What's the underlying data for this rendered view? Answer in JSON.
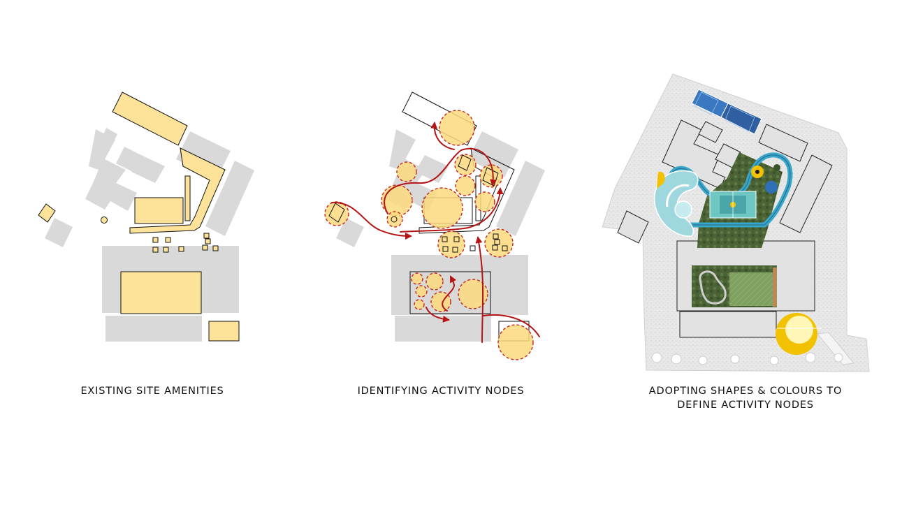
{
  "panels": [
    {
      "caption": "EXISTING SITE AMENITIES"
    },
    {
      "caption": "IDENTIFYING ACTIVITY NODES"
    },
    {
      "caption_lines": [
        "ADOPTING SHAPES & COLOURS TO",
        "DEFINE ACTIVITY NODES"
      ]
    }
  ],
  "colors": {
    "building_gray": "#d9d9d9",
    "amenity_yellow": "#fde39a",
    "outline": "#111111",
    "node_circle": "#fcd97c",
    "node_dash": "#c4261f",
    "path_red": "#b41414",
    "court_teal": "#6ec7c2",
    "garden_green": "#4f6b3a",
    "lawn_green": "#7fa060",
    "pool_blue": "#2f6fb8",
    "track_blue": "#3aa6c9",
    "accent_yellow": "#f2c200"
  }
}
